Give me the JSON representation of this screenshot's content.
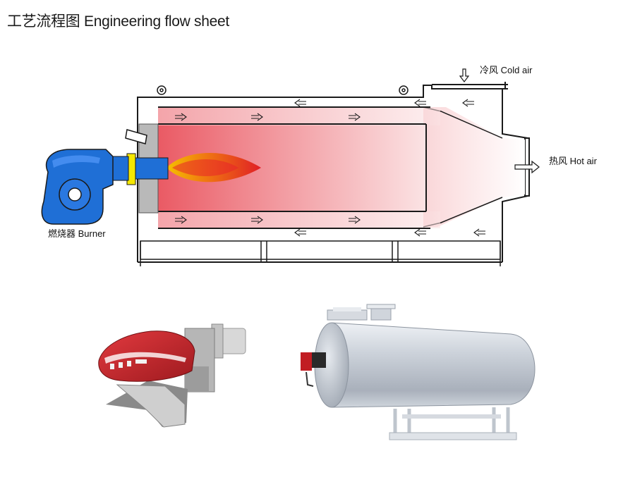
{
  "title": "工艺流程图  Engineering flow sheet",
  "labels": {
    "cold_air": "冷风 Cold air",
    "hot_air": "热风 Hot air",
    "burner": "燃烧器 Burner"
  },
  "colors": {
    "burner_blue": "#1f6fd6",
    "burner_yellow": "#f5e800",
    "flame_outer": "#e8242a",
    "flame_inner": "#f7a21c",
    "chamber_red": "#ea5a64",
    "shell_line": "#1a1a1a",
    "photo_burner_red": "#c0272d",
    "photo_tank_silver": "#c9ced6"
  },
  "icons": {
    "flow_arrow": "double-line-arrow-icon",
    "lifting_lug": "lifting-lug-icon"
  }
}
